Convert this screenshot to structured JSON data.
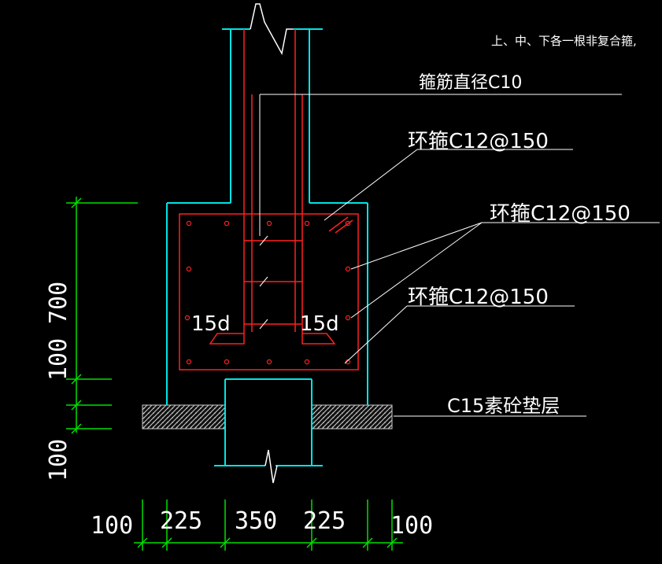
{
  "labels": {
    "note_top": "上、中、下各一根非复合箍,",
    "stirrup_dia": "箍筋直径C10",
    "hoop_1": "环箍C12@150",
    "hoop_2": "环箍C12@150",
    "hoop_3": "环箍C12@150",
    "anchor_left": "15d",
    "anchor_right": "15d",
    "cushion": "C15素砼垫层"
  },
  "dimensions": {
    "vertical": [
      "100",
      "100",
      "700"
    ],
    "horizontal": [
      "100",
      "225",
      "350",
      "225",
      "100"
    ]
  },
  "colors": {
    "background": "#000000",
    "outline": "#00e5e5",
    "rebar": "#ff2020",
    "dimension": "#00e000",
    "text": "#ffffff",
    "hatch": "#d0d0d0"
  }
}
